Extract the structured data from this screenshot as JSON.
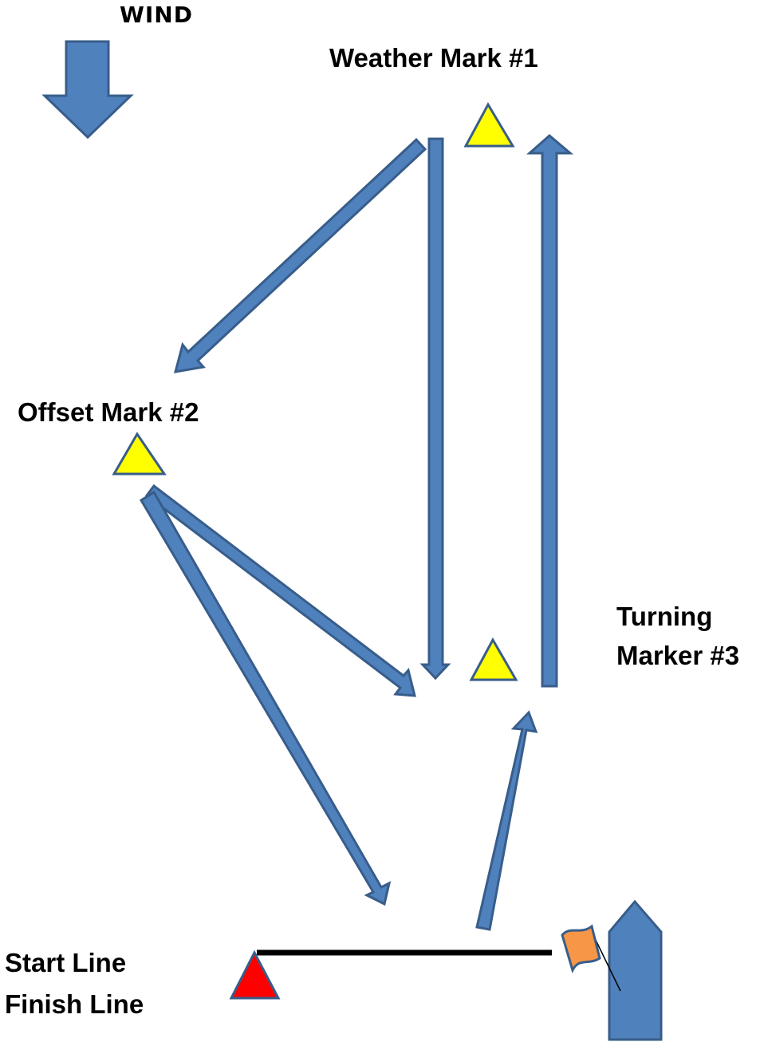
{
  "labels": {
    "wind": "WIND",
    "weather_mark": "Weather Mark #1",
    "offset_mark": "Offset Mark #2",
    "turning_marker_line1": "Turning",
    "turning_marker_line2": "Marker #3",
    "start_line": "Start Line",
    "finish_line": "Finish Line"
  },
  "colors": {
    "arrow_fill": "#4f81bd",
    "arrow_stroke": "#385d8a",
    "mark_fill": "#ffff00",
    "start_mark_fill": "#ff0000",
    "flag_fill": "#f79646",
    "line": "#000000"
  }
}
